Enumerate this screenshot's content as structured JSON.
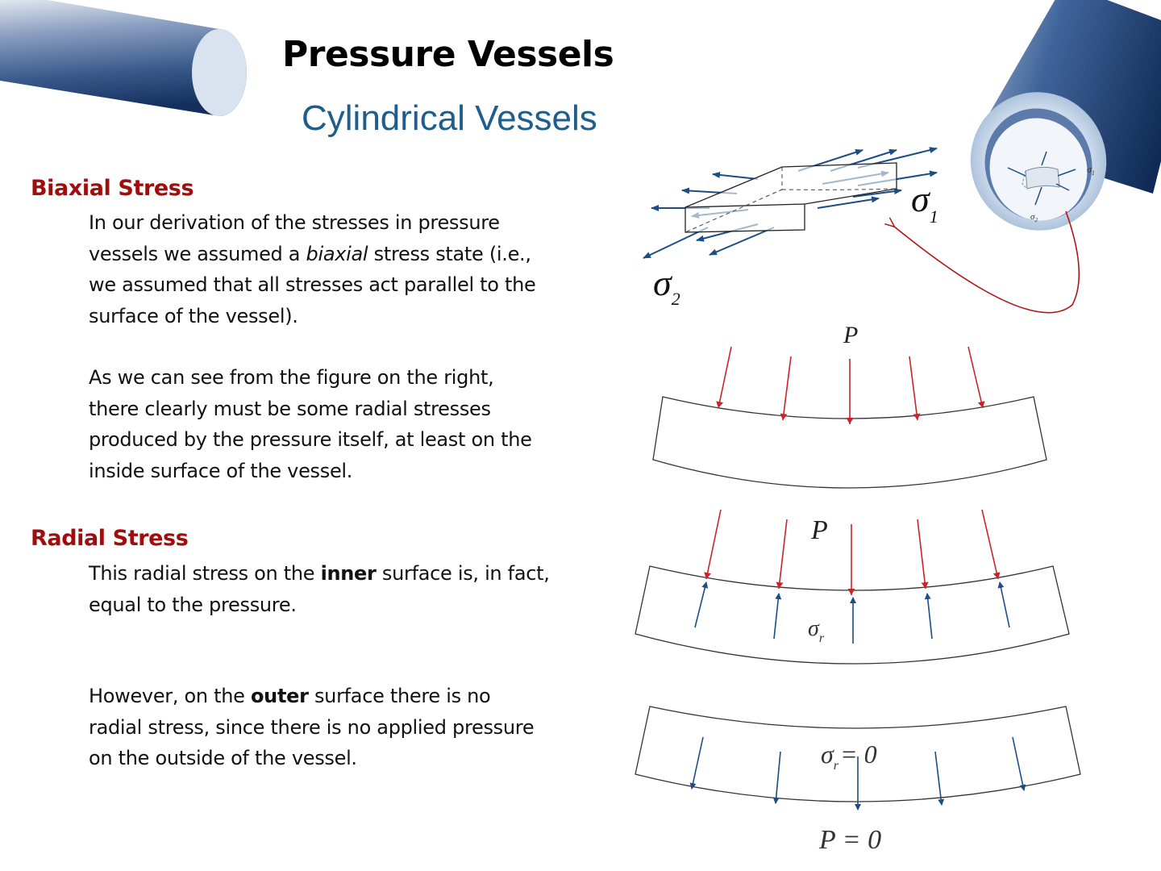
{
  "slide": {
    "title": "Pressure Vessels",
    "subtitle": "Cylindrical Vessels"
  },
  "biaxial": {
    "heading": "Biaxial Stress",
    "p1": {
      "l1": "In our derivation of the stresses in pressure",
      "l2a": "vessels we assumed a ",
      "l2b": "biaxial",
      "l2c": " stress state (i.e.,",
      "l3": "we assumed that all stresses act parallel to the",
      "l4": "surface of the vessel)."
    },
    "p2": {
      "l1": "As we can see from the figure on the right,",
      "l2": "there clearly must be some radial stresses",
      "l3": "produced by the pressure itself, at least on the",
      "l4": "inside surface of the vessel."
    }
  },
  "radial": {
    "heading": "Radial Stress",
    "p1": {
      "l1a": "This radial stress on the ",
      "l1b": "inner",
      "l1c": " surface is, in fact,",
      "l2": "equal to the pressure."
    },
    "p2": {
      "l1a": "However, on the ",
      "l1b": "outer",
      "l1c": " surface there is no",
      "l2": "radial stress, since there is no applied pressure",
      "l3": "on the outside of the vessel."
    }
  },
  "figure": {
    "sigma1": "σ",
    "sigma1_sub": "1",
    "sigma2": "σ",
    "sigma2_sub": "2",
    "tube_sigma1": "σ",
    "tube_sigma1_sub": "1",
    "tube_sigma2": "σ",
    "tube_sigma2_sub": "2",
    "p_top": "P",
    "p_mid": "P",
    "sigma_r_mid": "σ",
    "sigma_r_mid_sub": "r",
    "sigma_r_zero": "σ",
    "sigma_r_zero_sub": "r",
    "sigma_r_zero_eq": "= 0",
    "p_zero": "P = 0"
  },
  "colors": {
    "heading": "#a00d0d",
    "subtitle": "#1d5e8c",
    "pressure_arrow": "#c8252a",
    "stress_arrow": "#1c4d86",
    "connector": "#b01515"
  }
}
